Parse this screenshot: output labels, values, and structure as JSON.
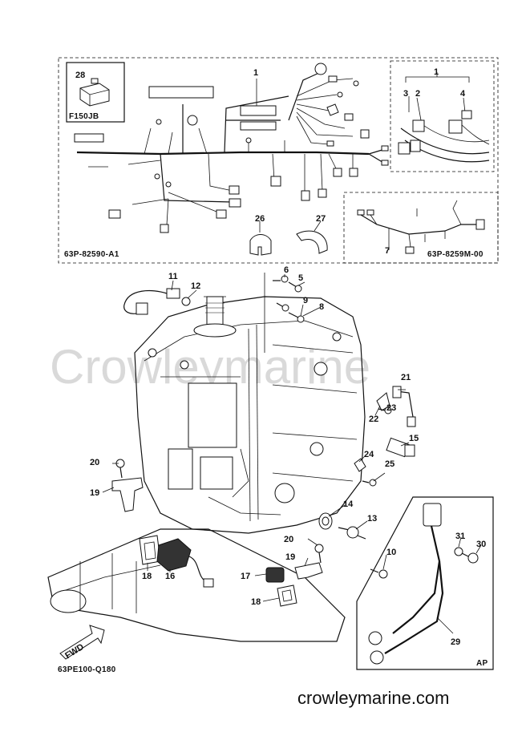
{
  "watermark": "Crowleymarine",
  "footer_brand": "crowleymarine.com",
  "diagram_code": "63PE100-Q180",
  "fwd_label": "FWD",
  "boxes": {
    "main_harness_code": "63P-82590-A1",
    "sub_harness_code": "63P-8259M-00",
    "inset_label": "F150JB",
    "ap_label": "AP"
  },
  "callouts": {
    "c1_top": "1",
    "c1_right": "1",
    "c2": "2",
    "c3": "3",
    "c4": "4",
    "c5": "5",
    "c6": "6",
    "c7": "7",
    "c8": "8",
    "c9": "9",
    "c10": "10",
    "c11": "11",
    "c12": "12",
    "c13": "13",
    "c14": "14",
    "c15": "15",
    "c16": "16",
    "c17": "17",
    "c18_left": "18",
    "c18_bottom": "18",
    "c19_left": "19",
    "c19_bottom": "19",
    "c20_left": "20",
    "c20_bottom": "20",
    "c21": "21",
    "c22": "22",
    "c23": "23",
    "c24": "24",
    "c25": "25",
    "c26": "26",
    "c27": "27",
    "c28": "28",
    "c29": "29",
    "c30": "30",
    "c31": "31"
  }
}
